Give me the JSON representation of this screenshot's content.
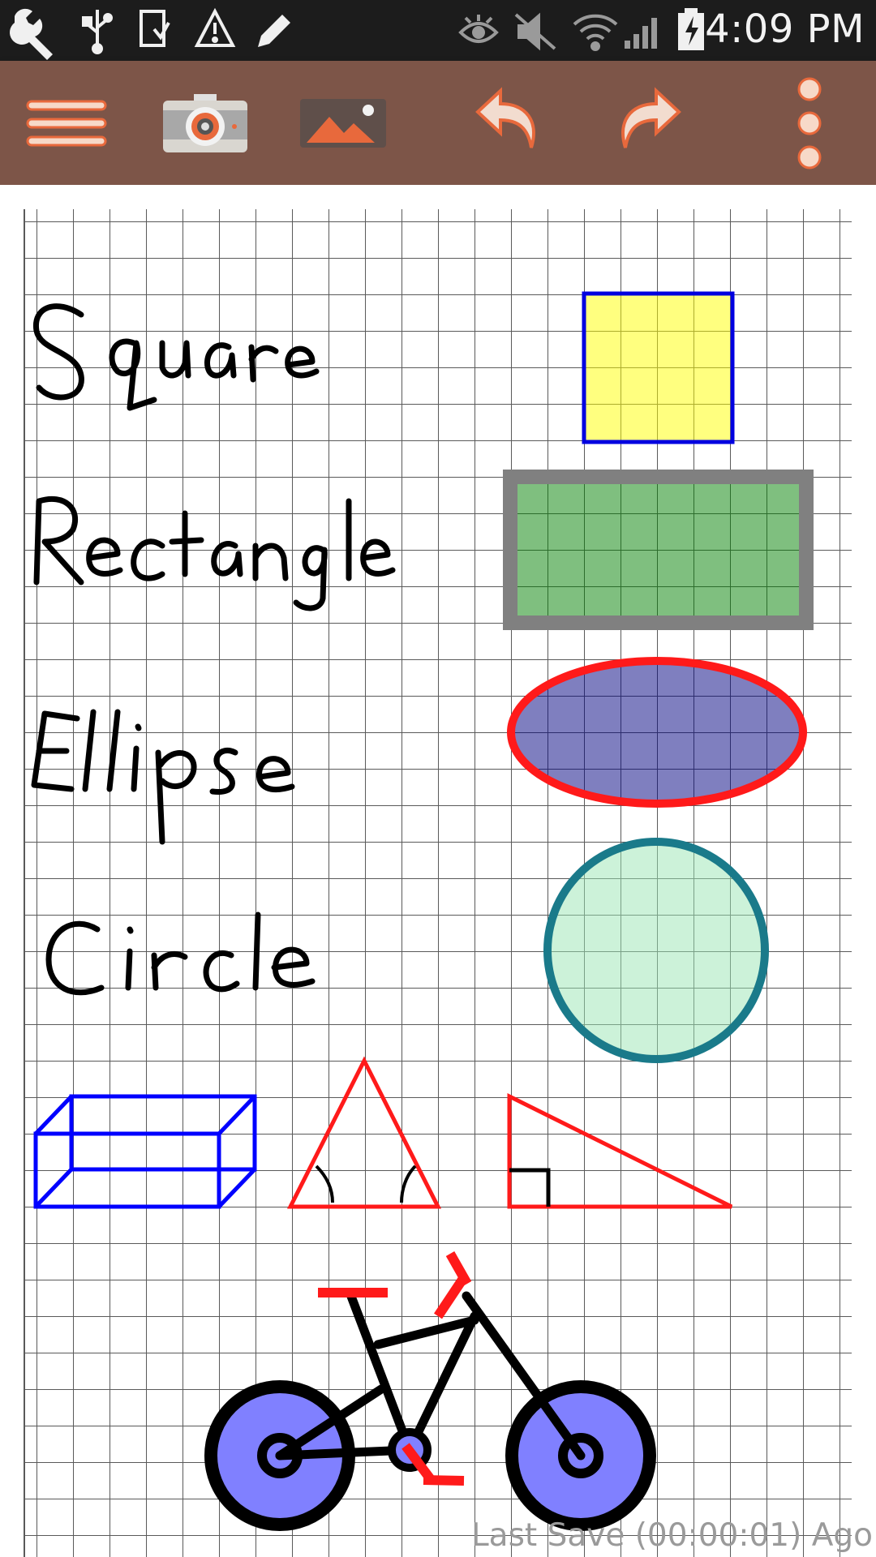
{
  "status_bar": {
    "time": "4:09 PM",
    "left_icons": [
      "wrench-icon",
      "usb-icon",
      "download-icon",
      "warning-icon",
      "pencil-icon"
    ],
    "right_icons": [
      "eye-icon",
      "mute-icon",
      "wifi-icon",
      "signal-icon",
      "battery-charging-icon"
    ]
  },
  "toolbar": {
    "icons": [
      "menu-icon",
      "camera-icon",
      "gallery-icon",
      "undo-icon",
      "redo-icon",
      "overflow-menu-icon"
    ],
    "background": "#7d5548",
    "accent": "#e8693c"
  },
  "drawing": {
    "handwritten_labels": [
      "Square",
      "Rectangle",
      "Ellipse",
      "Circle"
    ],
    "shapes": [
      {
        "name": "square",
        "fill": "#ffff80",
        "stroke": "#0000e0"
      },
      {
        "name": "rectangle",
        "fill": "#80c080",
        "stroke": "#808080"
      },
      {
        "name": "ellipse",
        "fill": "#8080c0",
        "stroke": "#ff1a1a"
      },
      {
        "name": "circle",
        "fill": "#ccf2d6",
        "stroke": "#1a7a8a"
      },
      {
        "name": "cuboid",
        "stroke": "#0000ff"
      },
      {
        "name": "isosceles-triangle",
        "stroke": "#ff1a1a"
      },
      {
        "name": "right-triangle",
        "stroke": "#ff1a1a"
      },
      {
        "name": "bicycle",
        "wheel_fill": "#8080ff",
        "frame": "#000000",
        "accent": "#ff1a1a"
      }
    ]
  },
  "footer": {
    "last_save": "Last Save (00:00:01) Ago"
  }
}
